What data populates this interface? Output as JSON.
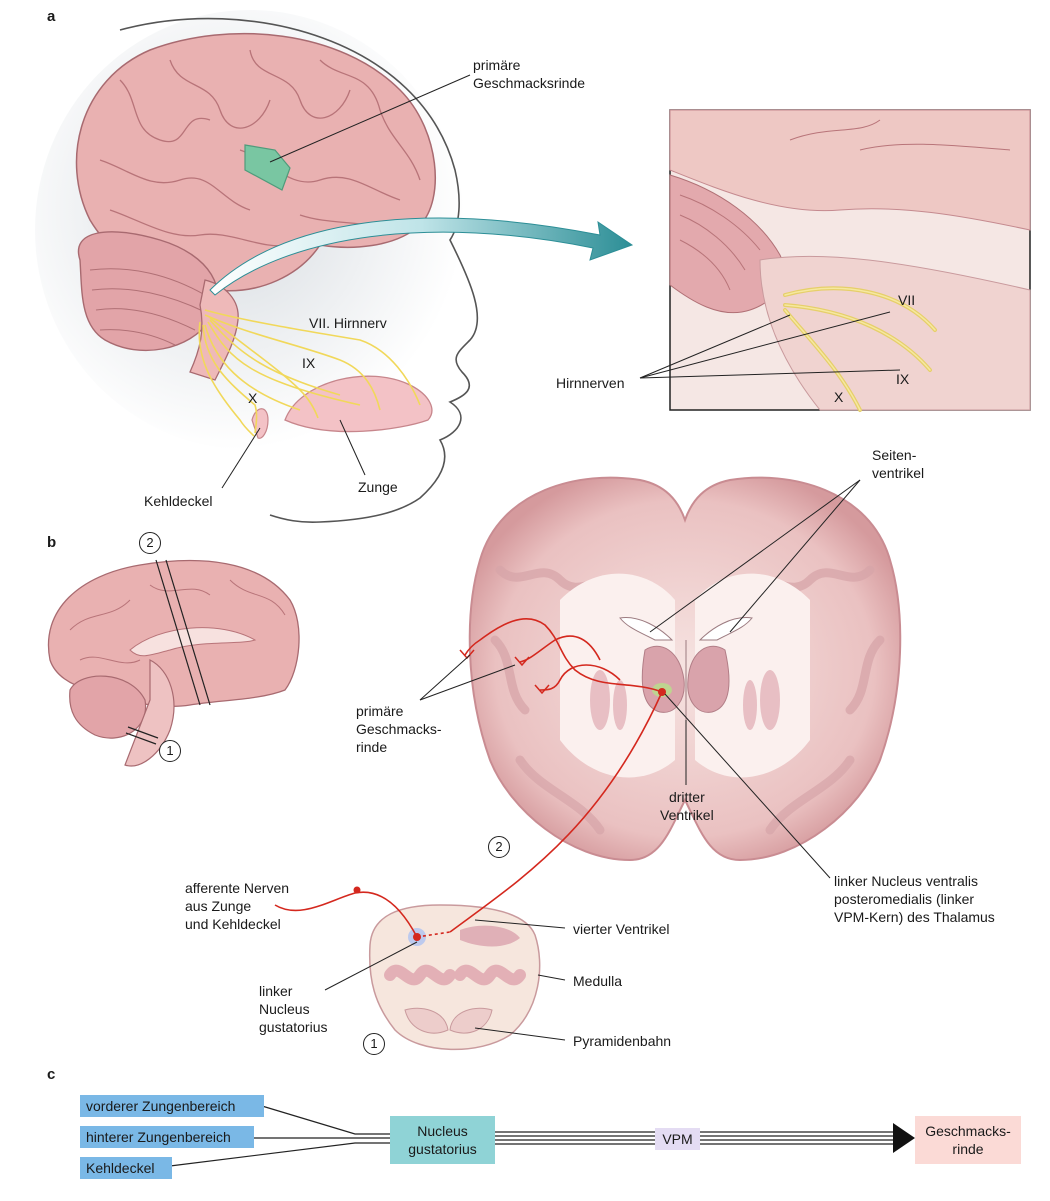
{
  "panels": {
    "a": "a",
    "b": "b",
    "c": "c"
  },
  "panel_a": {
    "primary_cortex_l1": "primäre",
    "primary_cortex_l2": "Geschmacksrinde",
    "nerve_vii": "VII. Hirnnerv",
    "nerve_ix": "IX",
    "nerve_x": "X",
    "epiglottis": "Kehldeckel",
    "tongue": "Zunge",
    "inset": {
      "cranial_nerves": "Hirnnerven",
      "vii": "VII",
      "ix": "IX",
      "x": "X"
    }
  },
  "panel_b": {
    "marker_1": "1",
    "marker_2": "2",
    "lateral_ventricle_l1": "Seiten-",
    "lateral_ventricle_l2": "ventrikel",
    "primary_cortex_l1": "primäre",
    "primary_cortex_l2": "Geschmacks-",
    "primary_cortex_l3": "rinde",
    "third_ventricle_l1": "dritter",
    "third_ventricle_l2": "Ventrikel",
    "vpm_l1": "linker Nucleus ventralis",
    "vpm_l2": "posteromedialis (linker",
    "vpm_l3": "VPM-Kern) des Thalamus",
    "afferent_l1": "afferente Nerven",
    "afferent_l2": "aus Zunge",
    "afferent_l3": "und Kehldeckel",
    "fourth_ventricle": "vierter Ventrikel",
    "medulla": "Medulla",
    "nucleus_l1": "linker",
    "nucleus_l2": "Nucleus",
    "nucleus_l3": "gustatorius",
    "pyramidal_tract": "Pyramidenbahn"
  },
  "panel_c": {
    "inputs": [
      "vorderer Zungenbereich",
      "hinterer Zungenbereich",
      "Kehldeckel"
    ],
    "nucleus_l1": "Nucleus",
    "nucleus_l2": "gustatorius",
    "vpm": "VPM",
    "cortex_l1": "Geschmacks-",
    "cortex_l2": "rinde"
  },
  "colors": {
    "brain": "#e9b1b1",
    "nerve_yellow": "#f1d85a",
    "pathway_red": "#d4281e",
    "cortex_green": "#79c6a2",
    "arrow_teal": "#2c8e96"
  }
}
